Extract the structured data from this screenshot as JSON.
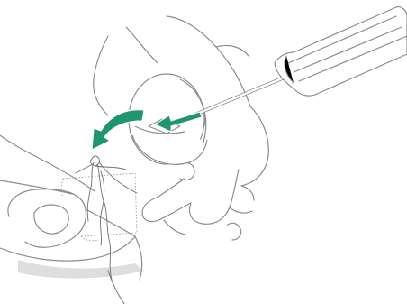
{
  "illustration": {
    "colors": {
      "background": "#ffffff",
      "outline": "#8a8d90",
      "shadow": "#dcdcdc",
      "rotation_arrow": "#1f9670",
      "pointer_arrow": "#1f9670",
      "screwdriver_fill": "#ffffff"
    },
    "parts": [
      "left-hand-holding-fabric",
      "fabric-swatch",
      "loose-threads",
      "right-hand-holding-button",
      "button-cover-cap",
      "screwdriver",
      "rotation-arrow-icon",
      "pointer-arrow-icon"
    ]
  }
}
